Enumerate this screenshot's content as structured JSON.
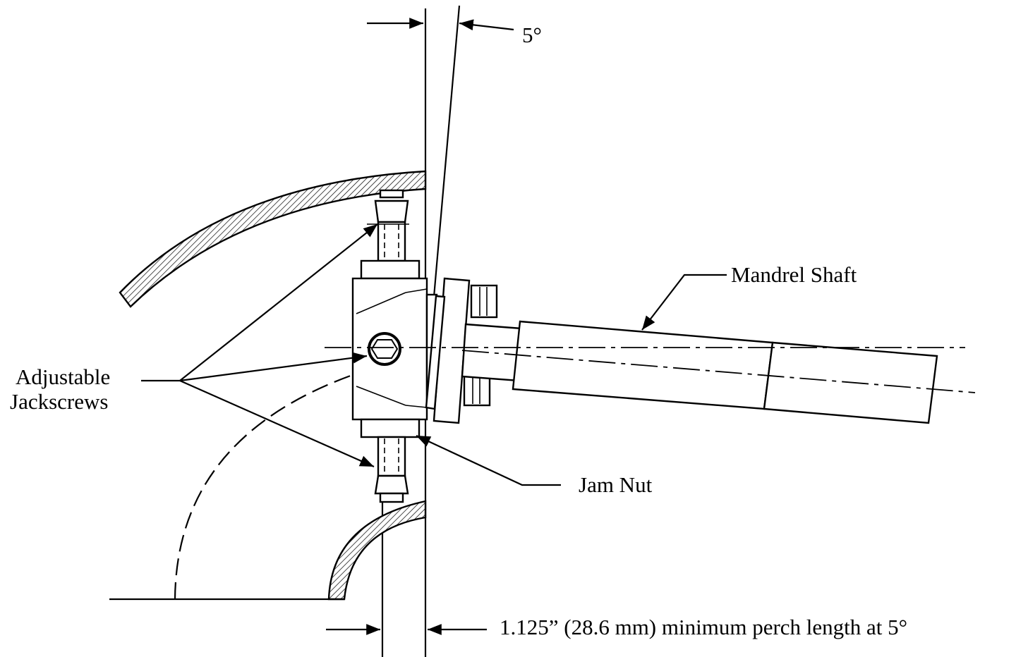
{
  "labels": {
    "angle_top": "5°",
    "mandrel_shaft": "Mandrel Shaft",
    "adjustable_line1": "Adjustable",
    "adjustable_line2": "Jackscrews",
    "jam_nut": "Jam Nut",
    "perch_length": "1.125” (28.6 mm) minimum perch length at 5°"
  },
  "colors": {
    "line": "#000000",
    "background": "#ffffff"
  }
}
